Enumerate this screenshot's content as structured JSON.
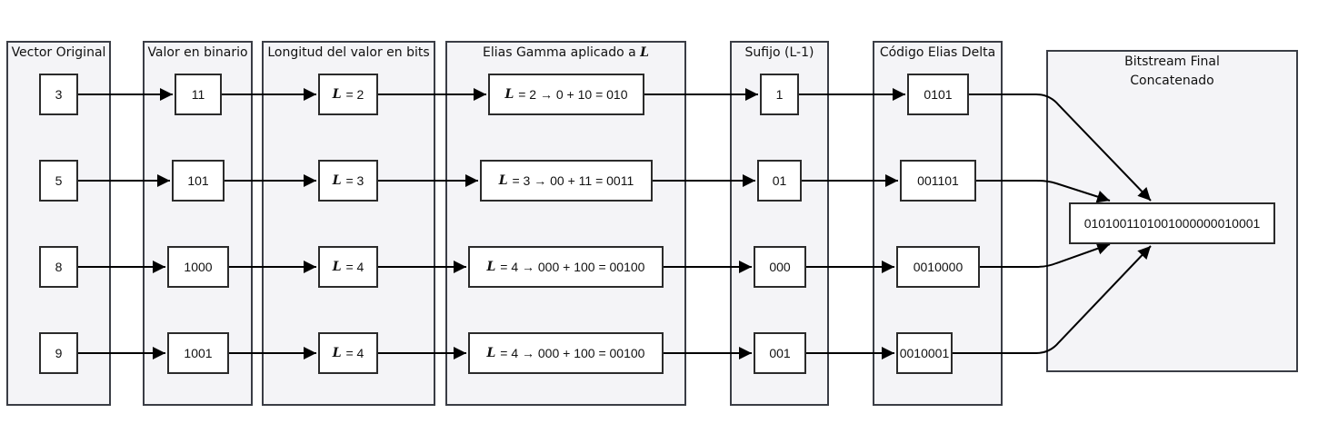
{
  "columns": [
    {
      "id": "vector",
      "title": "Vector Original",
      "nodes": [
        "3",
        "5",
        "8",
        "9"
      ]
    },
    {
      "id": "binario",
      "title": "Valor en binario",
      "nodes": [
        "11",
        "101",
        "1000",
        "1001"
      ]
    },
    {
      "id": "longitud",
      "title": "Longitud del valor en bits",
      "nodes": [
        "= 2",
        "= 3",
        "= 4",
        "= 4"
      ],
      "var": "L"
    },
    {
      "id": "gamma",
      "title": "Elias Gamma aplicado a",
      "title_var": "L",
      "nodes": [
        "= 2 → 0 + 10 = 010",
        "= 3 → 00 + 11 = 0011",
        "= 4 → 000 + 100 = 00100",
        "= 4 → 000 + 100 = 00100"
      ],
      "var": "L"
    },
    {
      "id": "sufijo",
      "title": "Sufijo (L-1)",
      "nodes": [
        "1",
        "01",
        "000",
        "001"
      ]
    },
    {
      "id": "delta",
      "title": "Código Elias Delta",
      "nodes": [
        "0101",
        "001101",
        "0010000",
        "0010001"
      ]
    }
  ],
  "final": {
    "title": "Bitstream Final\nConcatenado",
    "value": "0101001101001000000010001"
  }
}
